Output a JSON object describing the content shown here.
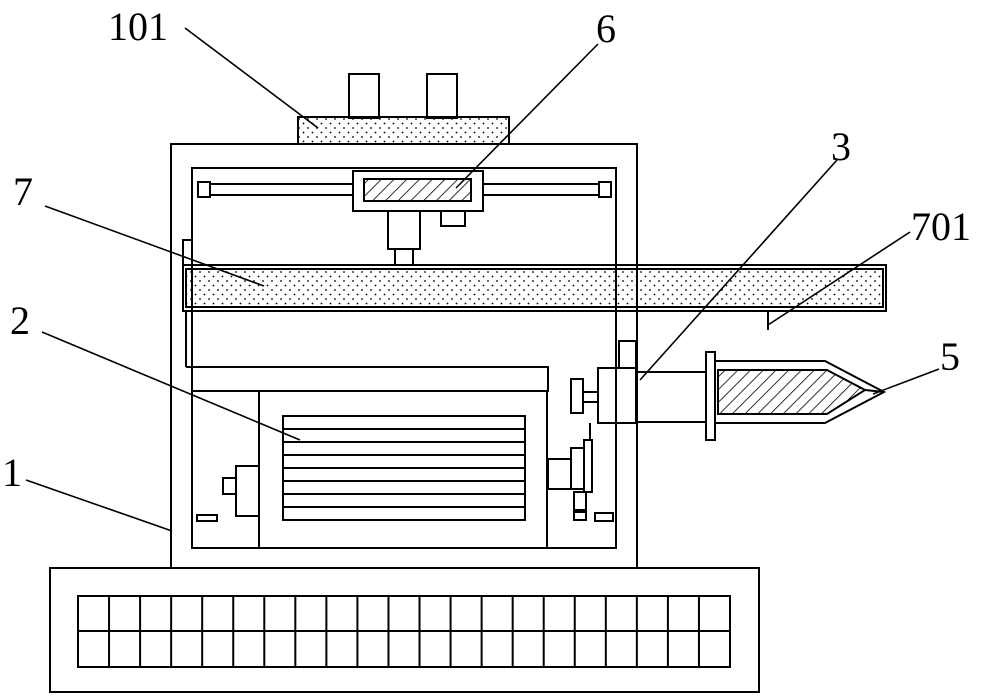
{
  "labels": {
    "l101": "101",
    "l6": "6",
    "l3": "3",
    "l7": "7",
    "l701": "701",
    "l2": "2",
    "l5": "5",
    "l1": "1"
  },
  "colors": {
    "stroke": "#000000",
    "background": "#ffffff"
  }
}
